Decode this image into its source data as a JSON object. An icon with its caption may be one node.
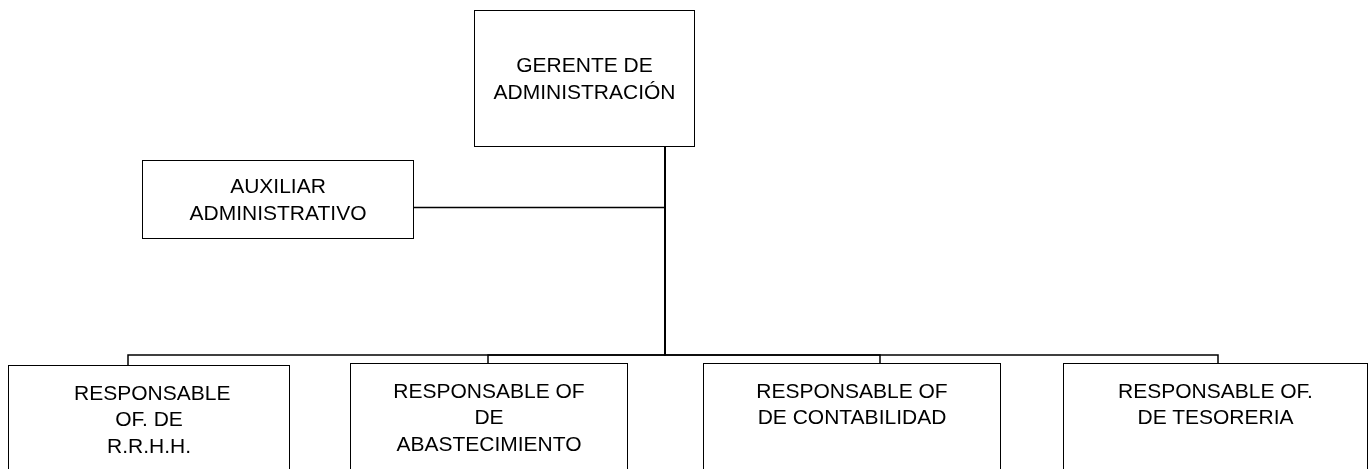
{
  "diagram": {
    "nodes": [
      {
        "text": [
          "GERENTE DE ADMINISTRACIÓN"
        ]
      },
      {
        "text": [
          "AUXILIAR ADMINISTRATIVO"
        ]
      },
      {
        "text": [
          "RESPONSABLE OF. DE R.R.H.H."
        ]
      },
      {
        "text": [
          "RESPONSABLE OF DE ABASTECIMIENTO"
        ]
      },
      {
        "text": [
          "RESPONSABLE OF DE CONTABILIDAD"
        ]
      },
      {
        "text": [
          "RESPONSABLE OF. DE TESORERIA"
        ]
      }
    ],
    "edges": [
      {
        "from": 0,
        "to": 1,
        "arrow": "none"
      },
      {
        "from": 0,
        "to": 2,
        "arrow": "none"
      },
      {
        "from": 0,
        "to": 3,
        "arrow": "none"
      },
      {
        "from": 0,
        "to": 4,
        "arrow": "none"
      },
      {
        "from": 0,
        "to": 5,
        "arrow": "none"
      }
    ]
  }
}
